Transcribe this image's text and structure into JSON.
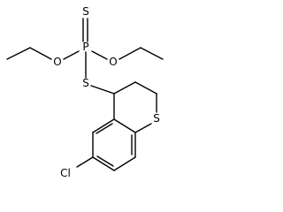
{
  "molecule": {
    "atoms": {
      "thiono_sulfur": "S",
      "phosphorus": "P",
      "left_ester_oxygen": "O",
      "right_ester_oxygen": "O",
      "thioether_sulfur": "S",
      "ring_sulfur": "S",
      "chlorine": "Cl"
    }
  },
  "colors": {
    "bond": "#000000",
    "label": "#000000",
    "background": "#ffffff"
  }
}
